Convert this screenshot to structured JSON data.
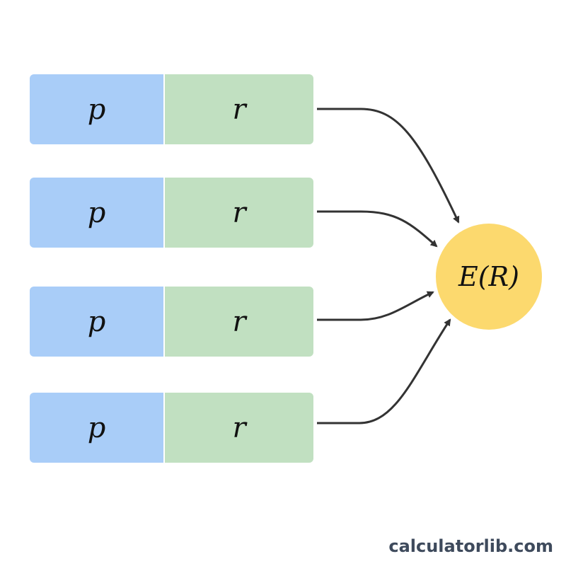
{
  "diagram": {
    "rows": [
      {
        "p": "p",
        "r": "r"
      },
      {
        "p": "p",
        "r": "r"
      },
      {
        "p": "p",
        "r": "r"
      },
      {
        "p": "p",
        "r": "r"
      }
    ],
    "target": "E(R)"
  },
  "watermark": "calculatorlib.com",
  "colors": {
    "p_cell": "#a9cdf8",
    "r_cell": "#c1e0c1",
    "target_node": "#fcd96e",
    "arrow": "#333333"
  }
}
